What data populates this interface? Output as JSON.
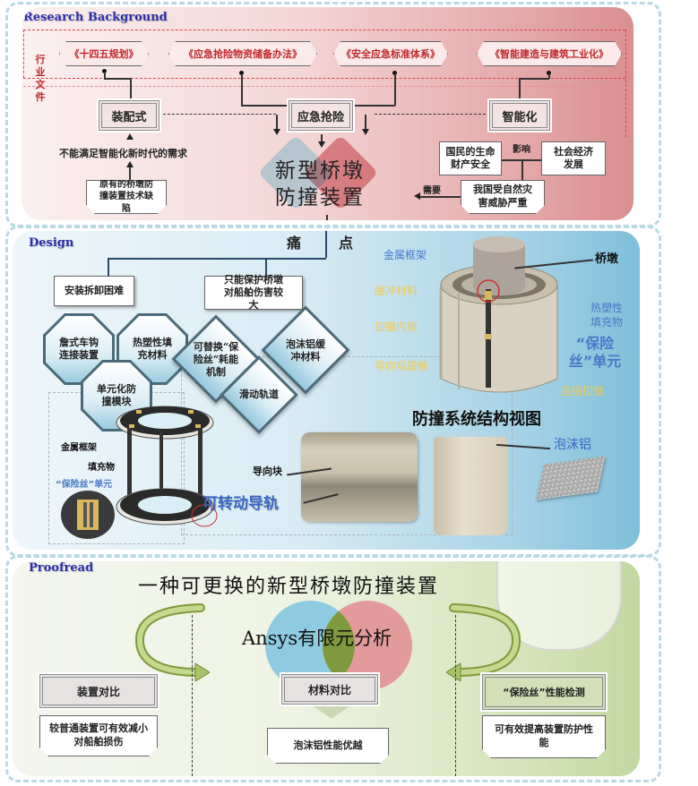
{
  "sections": {
    "research": {
      "title": "Research Background"
    },
    "design": {
      "title": "Design"
    },
    "proofread": {
      "title": "Proofread"
    }
  },
  "research": {
    "side_label": [
      "行",
      "业",
      "文",
      "件"
    ],
    "documents": [
      "《十四五规划》",
      "《应急抢险物资储备办法》",
      "《安全应急标准体系》",
      "《智能建造与建筑工业化》"
    ],
    "keywords": [
      "装配式",
      "应急抢险",
      "智能化"
    ],
    "not_meet_need": "不能满足智能化新时代的需求",
    "existing_defect": "原有的桥墩防撞装置技术缺陷",
    "center_title_line1": "新型桥墩",
    "center_title_line2": "防撞装置",
    "life_safety": "国民的生命财产安全",
    "influence": "影响",
    "social_economy": "社会经济发展",
    "disaster": "我国受自然灾害威胁严重",
    "need": "需要"
  },
  "design": {
    "pain_point": [
      "痛",
      "点"
    ],
    "pain1": "安装拆卸困难",
    "pain2": "只能保护桥墩对船舶伤害较大",
    "solutions_left": [
      "詹式车钩连接装置",
      "热塑性填充材料",
      "单元化防撞模块"
    ],
    "solutions_right": [
      "可替换“保险丝”耗能机制",
      "泡沫铝缓冲材料",
      "滑动轨道"
    ],
    "structure_labels": {
      "metal_frame": "金属框架",
      "pier": "桥墩",
      "buffer_material": "缓冲材料",
      "reinforced_inner_plate": "加强内板",
      "thermoplastic_filler": "热塑性填充物",
      "guide_absorber": "导向吸震板",
      "fuse_unit": "“保险丝”单元",
      "connection_buckle": "连接扣锁"
    },
    "structure_view_title": "防撞系统结构视图",
    "foam_aluminum": "泡沫铝",
    "frame_labels": {
      "metal_frame": "金属框架",
      "filler": "填充物",
      "fuse_unit": "“保险丝”单元"
    },
    "guide_block": "导向块",
    "rotatable_rail": "可转动导轨"
  },
  "proofread": {
    "main_title": "一种可更换的新型桥墩防撞装置",
    "venn_label": "Ansys有限元分析",
    "comparisons": [
      {
        "title": "装置对比",
        "result": "较普通装置可有效减小对船舶损伤"
      },
      {
        "title": "材料对比",
        "result": "泡沫铝性能优越"
      },
      {
        "title": "“保险丝”性能检测",
        "result": "可有效提高装置防护性能"
      }
    ]
  },
  "colors": {
    "section_title": "#2b2ea8",
    "document_text": "#c0282c",
    "research_bg": "#e3a4a4",
    "design_bg": "#a8d3e6",
    "proofread_bg": "#c3d8a1",
    "venn_blue": "#8ecbe0",
    "venn_red": "#e39a9a",
    "venn_overlap": "#7f9a3c",
    "label_yellow": "#f2c94c",
    "label_blue": "#4a78c8"
  }
}
